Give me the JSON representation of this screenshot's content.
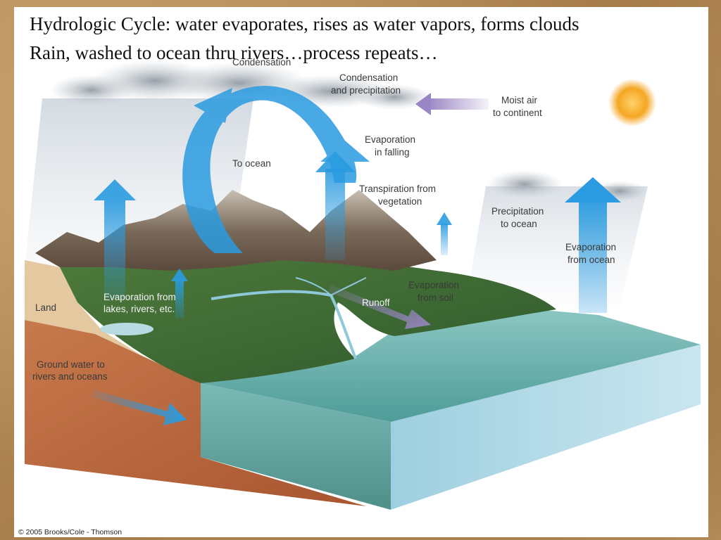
{
  "slide": {
    "title_line1": "Hydrologic Cycle: water evaporates, rises as water vapors, forms clouds",
    "title_line2": "Rain, washed to ocean thru rivers…process repeats…"
  },
  "labels": {
    "condensation": "Condensation",
    "condensation_precip_1": "Condensation",
    "condensation_precip_2": "and precipitation",
    "moist_air_1": "Moist air",
    "moist_air_2": "to continent",
    "evap_falling_1": "Evaporation",
    "evap_falling_2": "in falling",
    "to_ocean": "To ocean",
    "transpiration_1": "Transpiration from",
    "transpiration_2": "vegetation",
    "precip_ocean_1": "Precipitation",
    "precip_ocean_2": "to ocean",
    "evap_ocean_1": "Evaporation",
    "evap_ocean_2": "from ocean",
    "evap_soil_1": "Evaporation",
    "evap_soil_2": "from soil",
    "runoff": "Runoff",
    "evap_lakes_1": "Evaporation from",
    "evap_lakes_2": "lakes, rivers, etc.",
    "land": "Land",
    "groundwater_1": "Ground water to",
    "groundwater_2": "rivers and oceans"
  },
  "copyright": "© 2005 Brooks/Cole - Thomson",
  "colors": {
    "arrow_blue": "#2a9be0",
    "arrow_purple": "#9a86c4",
    "ocean": "#6fb3b0",
    "soil": "#c0673c",
    "sun": "#f5a623"
  }
}
